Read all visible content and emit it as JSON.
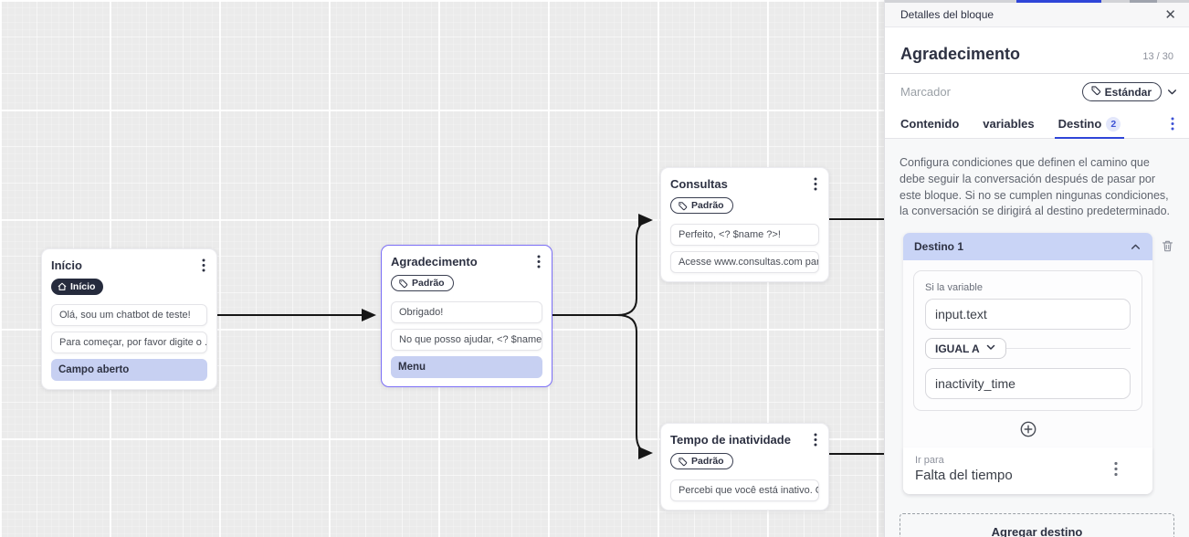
{
  "canvas": {
    "nodes": [
      {
        "title": "Início",
        "badge": {
          "label": "Início",
          "icon": "home-icon",
          "style": "dark"
        },
        "rows": [
          {
            "text": "Olá, sou um chatbot de teste!",
            "type": "message"
          },
          {
            "text": "Para começar, por favor digite o ...",
            "type": "message"
          },
          {
            "text": "Campo aberto",
            "type": "highlight"
          }
        ]
      },
      {
        "title": "Agradecimento",
        "badge": {
          "label": "Padrão",
          "icon": "tag-icon",
          "style": "outline"
        },
        "selected": true,
        "rows": [
          {
            "text": "Obrigado!",
            "type": "message"
          },
          {
            "text": "No que posso ajudar, <? $name ...",
            "type": "message"
          },
          {
            "text": "Menu",
            "type": "highlight"
          }
        ]
      },
      {
        "title": "Consultas",
        "badge": {
          "label": "Padrão",
          "icon": "tag-icon",
          "style": "outline"
        },
        "rows": [
          {
            "text": "Perfeito, <? $name ?>!",
            "type": "message"
          },
          {
            "text": "Acesse www.consultas.com par...",
            "type": "message"
          }
        ]
      },
      {
        "title": "Tempo de inatividade",
        "badge": {
          "label": "Padrão",
          "icon": "tag-icon",
          "style": "outline"
        },
        "rows": [
          {
            "text": "Percebi que você está inativo. C...",
            "type": "message"
          }
        ]
      }
    ]
  },
  "panel": {
    "header": {
      "title": "Detalles del bloque"
    },
    "block": {
      "name": "Agradecimento",
      "counter": "13 / 30",
      "marker_placeholder": "Marcador",
      "marker_value": "Estándar"
    },
    "tabs": [
      {
        "label": "Contenido"
      },
      {
        "label": "variables"
      },
      {
        "label": "Destino",
        "badge": "2",
        "active": true
      }
    ],
    "description": "Configura condiciones que definen el camino que debe seguir la conversación después de pasar por este bloque. Si no se cumplen ningunas condiciones, la conversación se dirigirá al destino predeterminado.",
    "destination": {
      "header_label": "Destino 1",
      "condition": {
        "label": "Si la variable",
        "variable": "input.text",
        "operator": "IGUAL A",
        "value": "inactivity_time"
      },
      "go_to": {
        "label": "Ir para",
        "value": "Falta del tiempo"
      }
    },
    "add_destination_label": "Agregar destino"
  },
  "colors": {
    "accent_blue": "#2f45d8",
    "highlight_row": "#c7d0f2",
    "destination_header": "#c9d4f6",
    "selected_node_border": "#7b6ef6",
    "canvas_background": "#ebebeb",
    "edge": "#161616"
  }
}
